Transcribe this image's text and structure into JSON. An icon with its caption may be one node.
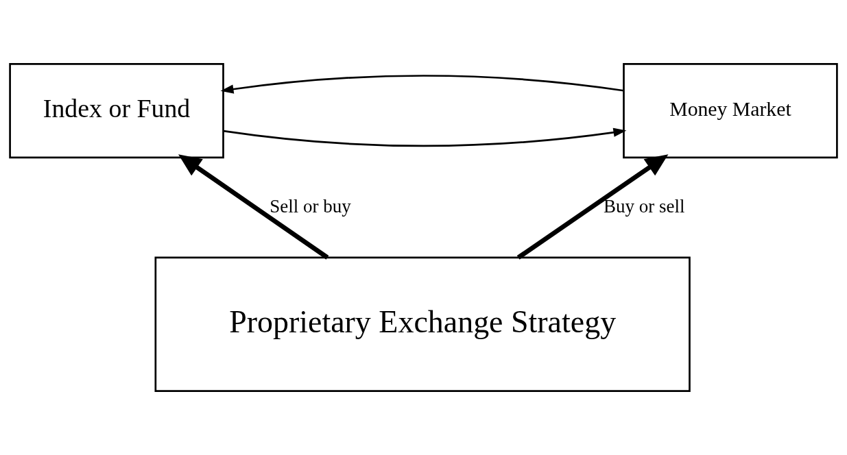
{
  "diagram": {
    "nodes": [
      {
        "text": [
          "Index or Fund"
        ]
      },
      {
        "text": [
          "Money Market"
        ]
      },
      {
        "text": [
          "Proprietary Exchange Strategy"
        ]
      }
    ],
    "edges": [
      {
        "from": 1,
        "to": 0,
        "arrow": "to"
      },
      {
        "from": 0,
        "to": 1,
        "arrow": "to"
      },
      {
        "from": 2,
        "to": 0,
        "arrow": "to",
        "label": "Sell or buy",
        "style": "thick"
      },
      {
        "from": 2,
        "to": 1,
        "arrow": "to",
        "label": "Buy or sell",
        "style": "thick"
      }
    ]
  }
}
